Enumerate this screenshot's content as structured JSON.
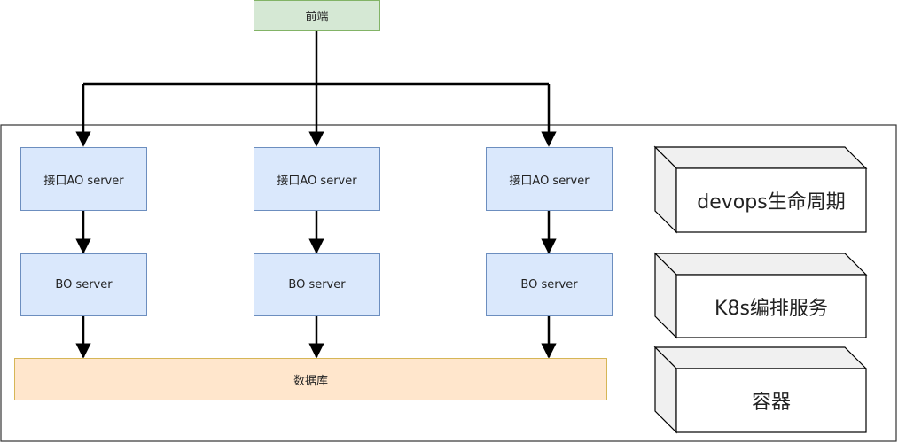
{
  "frontend": {
    "label": "前端"
  },
  "columns": [
    {
      "ao_label": "接口AO server",
      "bo_label": "BO server"
    },
    {
      "ao_label": "接口AO server",
      "bo_label": "BO server"
    },
    {
      "ao_label": "接口AO server",
      "bo_label": "BO server"
    }
  ],
  "database": {
    "label": "数据库"
  },
  "side_panels": [
    {
      "label": "devops生命周期"
    },
    {
      "label": "K8s编排服务"
    },
    {
      "label": "容器"
    }
  ],
  "colors": {
    "frontend_fill": "#d5e8d4",
    "frontend_border": "#82b366",
    "service_fill": "#dae8fc",
    "service_border": "#6c8ebf",
    "database_fill": "#ffe6cc",
    "database_border": "#d6b656",
    "line": "#000000"
  }
}
